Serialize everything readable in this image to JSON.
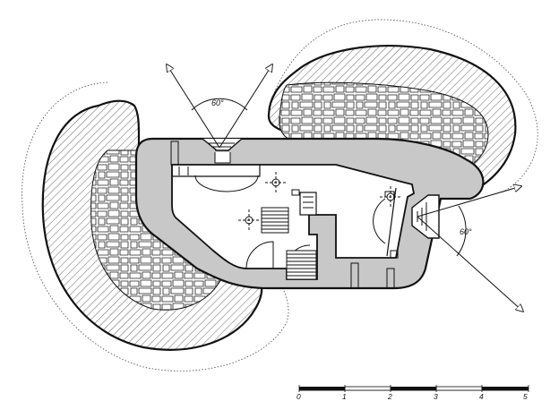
{
  "drawing": {
    "type": "architectural-plan",
    "angle_labels": [
      "60°",
      "60°"
    ],
    "scale_bar": {
      "ticks": [
        "0",
        "1",
        "2",
        "3",
        "4",
        "5"
      ]
    },
    "colors": {
      "ink": "#111111",
      "wall_fill": "#c8c8c8",
      "paper": "#ffffff"
    }
  }
}
